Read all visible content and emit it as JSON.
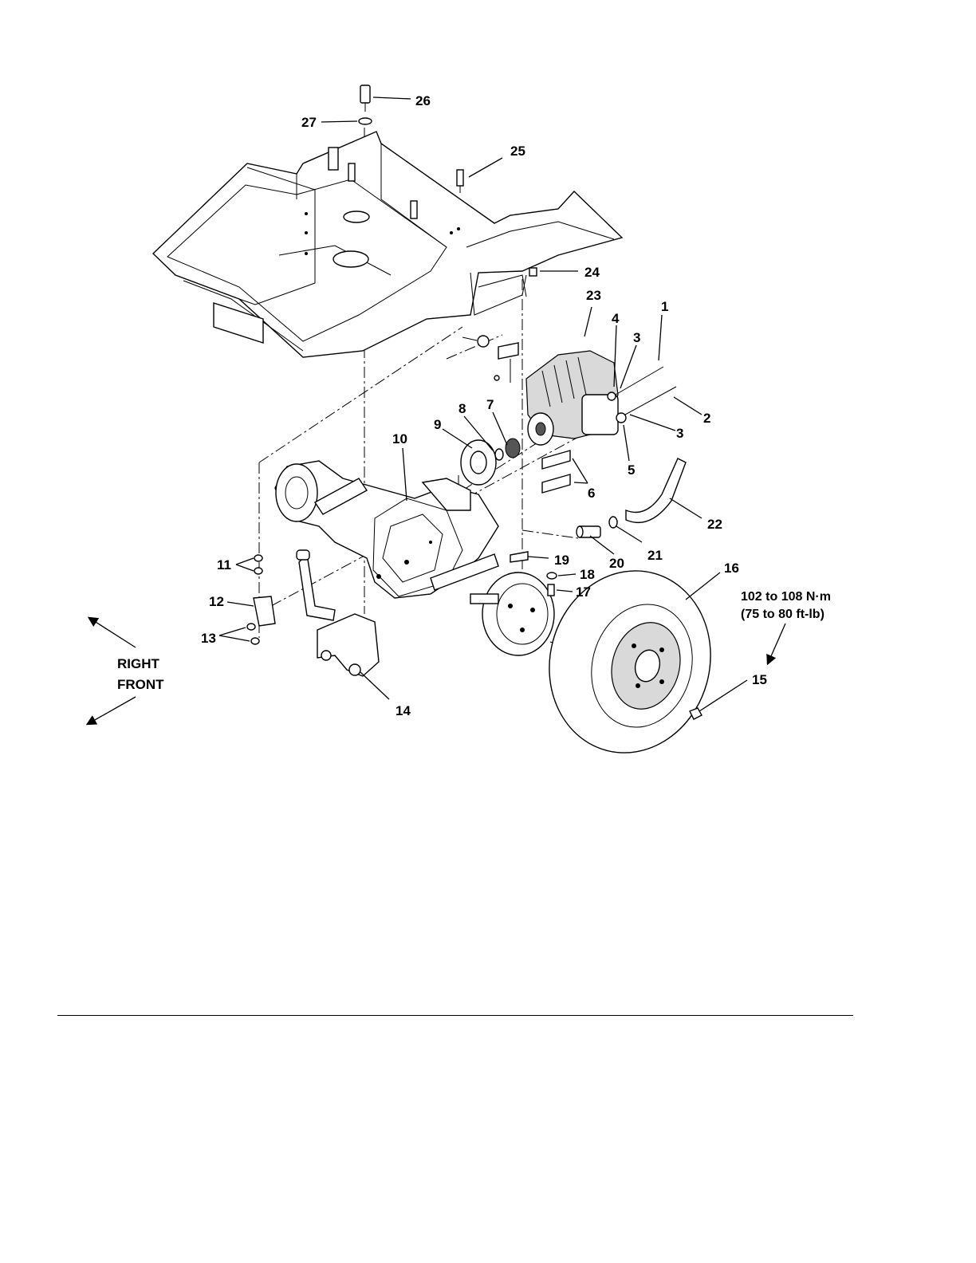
{
  "callouts": [
    "1",
    "2",
    "3",
    "3",
    "4",
    "5",
    "6",
    "7",
    "8",
    "9",
    "10",
    "11",
    "12",
    "13",
    "14",
    "15",
    "16",
    "17",
    "18",
    "19",
    "20",
    "21",
    "22",
    "23",
    "24",
    "25",
    "26",
    "27"
  ],
  "torque_spec": {
    "line1": "102 to 108 N·m",
    "line2": "(75 to 80 ft-lb)"
  },
  "direction_labels": {
    "right": "RIGHT",
    "front": "FRONT"
  }
}
